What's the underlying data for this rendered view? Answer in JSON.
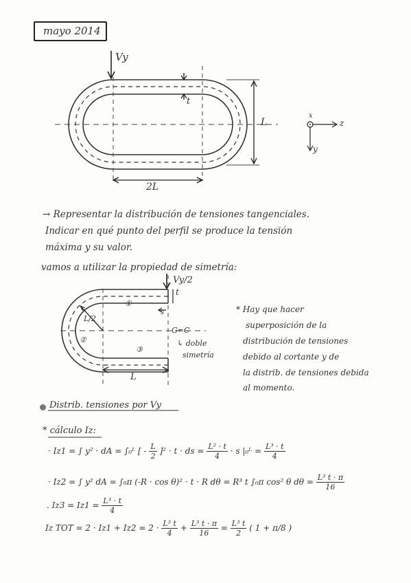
{
  "header": {
    "date": "mayo 2014"
  },
  "figure1": {
    "load_label": "Vy",
    "thickness_label": "t",
    "height_label": "L",
    "width_label": "2L",
    "axes": {
      "x": "x",
      "z": "z",
      "y": "y"
    }
  },
  "statement": {
    "line1": "→ Representar la distribución de tensiones tangenciales.",
    "line2": "Indicar en qué punto del perfil se produce la tensión",
    "line3": "máxima y su valor."
  },
  "symmetry_text": "vamos a utilizar la propiedad de simetría:",
  "figure2": {
    "load_label": "Vy/2",
    "thickness_label": "t",
    "s_label": "s",
    "radius_label": "L/2",
    "part1": "①",
    "part2": "②",
    "part3": "③",
    "gc_label": "G=C",
    "axis_note_line1": "↳ doble",
    "axis_note_line2": "simetría",
    "length_label": "L"
  },
  "note": {
    "line1": "* Hay que hacer",
    "line2": "superposición de la",
    "line3": "distribución de tensiones",
    "line4": "debido al cortante y de",
    "line5": "la distrib. de tensiones debida",
    "line6": "al momento."
  },
  "section_title": "Distrib. tensiones por Vy",
  "calc_title": "* cálculo Iz:",
  "formulas": {
    "i1_left": "· Iz1 = ∫ y² · dA = ∫₀ᴸ [ -",
    "i1_mid": "]² · t · ds =",
    "i1_end": "· s |₀ᴸ =",
    "i1_frac1_num": "L",
    "i1_frac1_den": "2",
    "i1_frac2_num": "L² · t",
    "i1_frac2_den": "4",
    "i1_frac3_num": "L³ · t",
    "i1_frac3_den": "4",
    "i2_left": "· Iz2 = ∫ y² dA = ∫₀ᴨ (-R · cos θ)² · t · R dθ = R³ t ∫₀ᴨ cos² θ dθ =",
    "i2_frac_num": "L³ t · π",
    "i2_frac_den": "16",
    "i3_left": ". Iz3 = Iz1 =",
    "i3_frac_num": "L³ · t",
    "i3_frac_den": "4",
    "itot_left": "Iz TOT = 2 · Iz1 + Iz2 = 2 ·",
    "itot_f1_num": "L³ t",
    "itot_f1_den": "4",
    "itot_plus": "+",
    "itot_f2_num": "L³ t · π",
    "itot_f2_den": "16",
    "itot_eq": "=",
    "itot_f3_num": "L³ t",
    "itot_f3_den": "2",
    "itot_tail": "( 1 + π/8 )"
  }
}
